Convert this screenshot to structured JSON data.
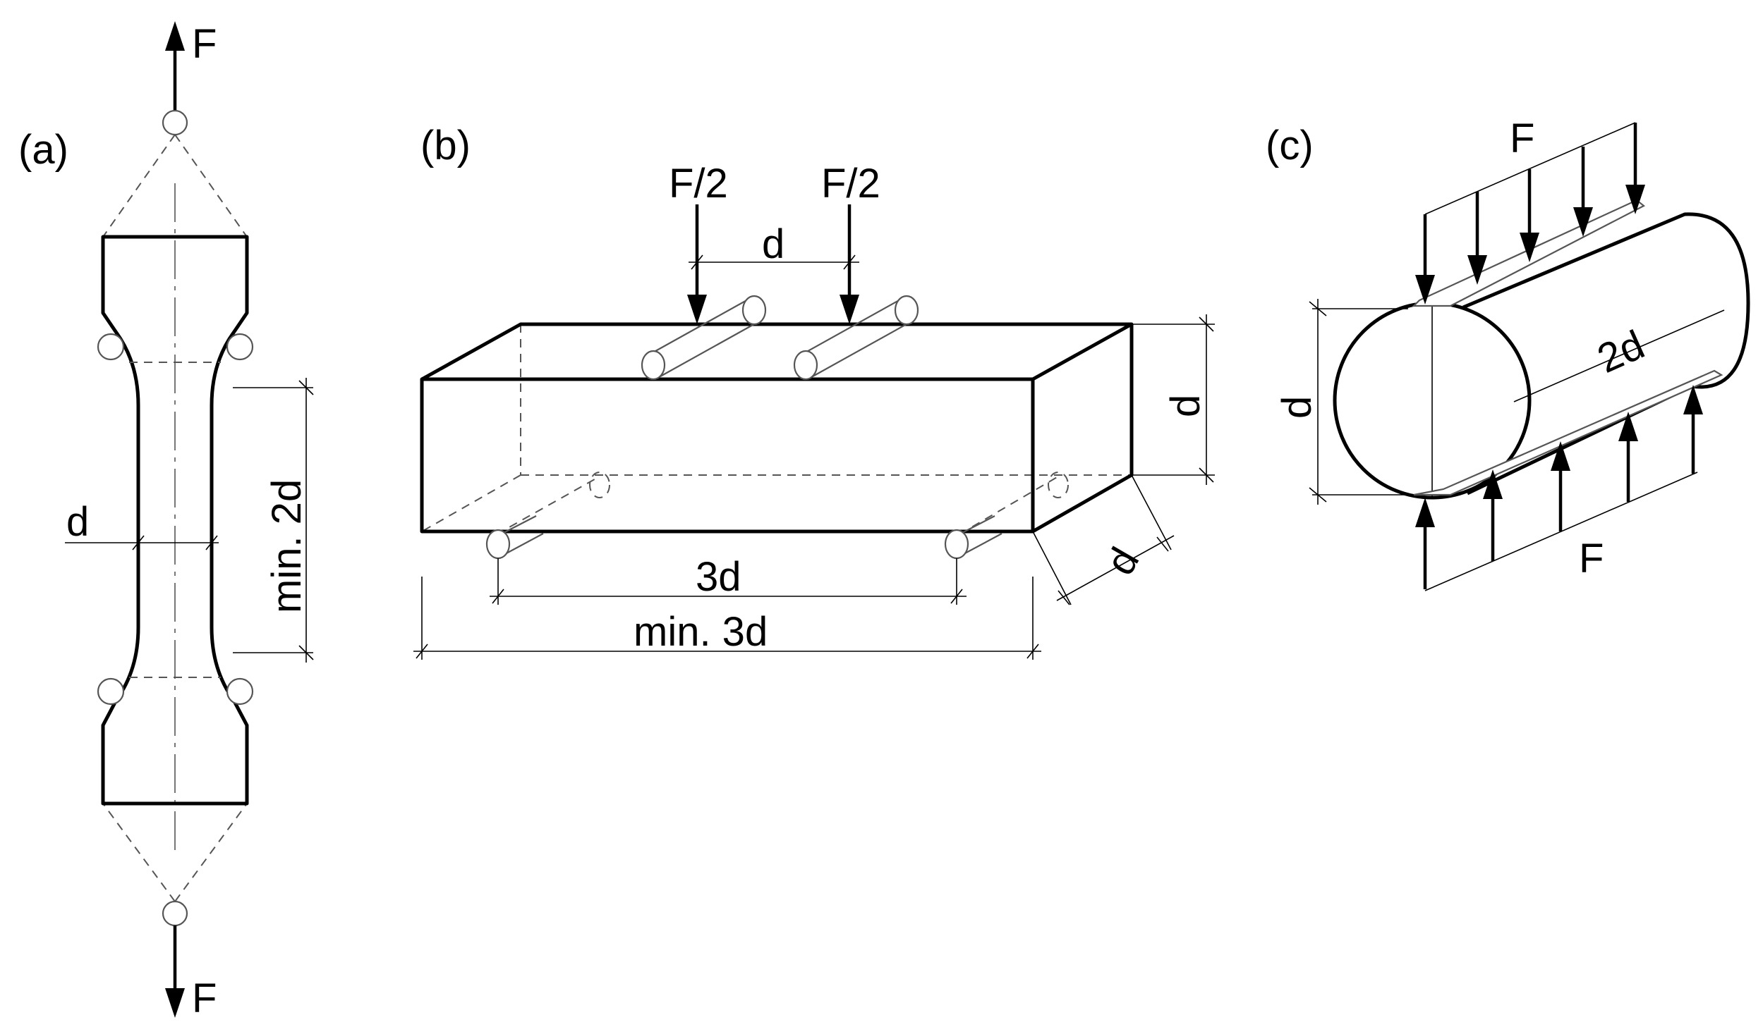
{
  "panels": {
    "a": {
      "label": "(a)",
      "force_top": "F",
      "force_bottom": "F",
      "dim_width": "d",
      "dim_length": "min. 2d"
    },
    "b": {
      "label": "(b)",
      "force_left": "F/2",
      "force_right": "F/2",
      "dim_load_spacing": "d",
      "dim_height": "d",
      "dim_depth": "d",
      "dim_span": "3d",
      "dim_length": "min. 3d"
    },
    "c": {
      "label": "(c)",
      "force_top": "F",
      "force_bottom": "F",
      "dim_diameter": "d",
      "dim_length": "2d"
    }
  }
}
